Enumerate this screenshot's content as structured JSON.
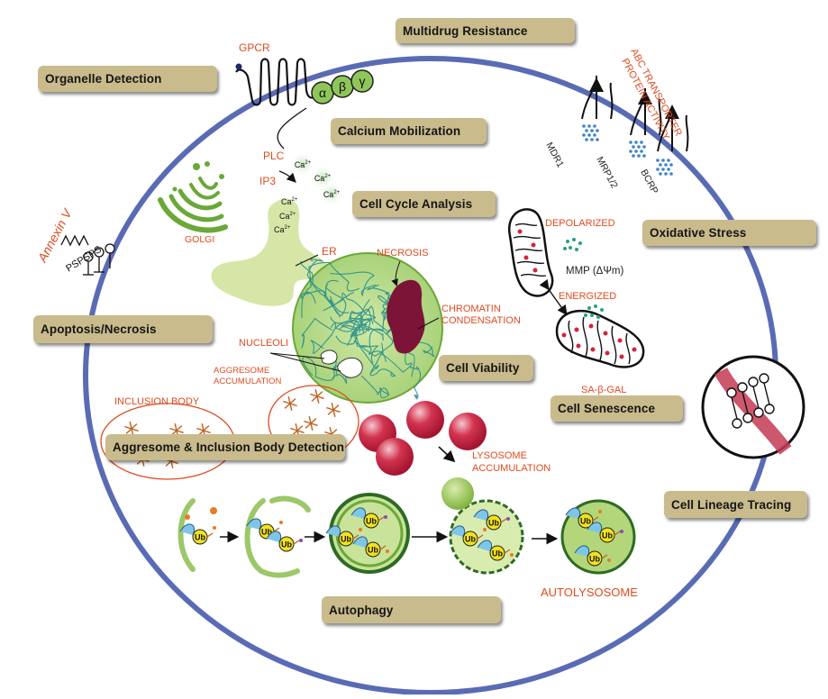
{
  "boxes": {
    "multidrug": "Multidrug Resistance",
    "organelle": "Organelle Detection",
    "calcium": "Calcium Mobilization",
    "cellcycle": "Cell Cycle Analysis",
    "oxidative": "Oxidative Stress",
    "apoptosis": "Apoptosis/Necrosis",
    "viability": "Cell Viability",
    "senescence": "Cell Senescence",
    "aggresome": "Aggresome & Inclusion Body Detection",
    "lineage": "Cell Lineage Tracing",
    "autophagy": "Autophagy"
  },
  "labels": {
    "gpcr": "GPCR",
    "alpha": "α",
    "beta": "β",
    "gamma": "γ",
    "plc": "PLC",
    "ip3": "IP3",
    "golgi": "GOLGI",
    "er": "ER",
    "necrosis": "NECROSIS",
    "chromatin1": "CHROMATIN",
    "chromatin2": "CONDENSATION",
    "nucleoli": "NUCLEOLI",
    "aggresome1": "AGGRESOME",
    "aggresome2": "ACCUMULATION",
    "inclusion": "INCLUSION BODY",
    "annexin": "Annexin V",
    "ps": "PSPSPS",
    "abc1": "ABC TRANSPORTER",
    "abc2": "PROTEIN ACTIVITY",
    "mdr1": "MDR1",
    "mrp": "MRP1/2",
    "bcrp": "BCRP",
    "depolarized": "DEPOLARIZED",
    "mmp": "MMP (ΔΨm)",
    "energized": "ENERGIZED",
    "sabgal": "SA-β-GAL",
    "lysosome1": "LYSOSOME",
    "lysosome2": "ACCUMULATION",
    "autolysosome": "AUTOLYSOSOME",
    "ca": "Ca",
    "ub": "Ub"
  },
  "colors": {
    "cell_border": "#5a6bb5",
    "box_fill": "#c9bb8c",
    "accent_text": "#e04a1f",
    "organelle_green": "#7cb342",
    "light_green": "#d6e6a6",
    "nucleus_green": "#b8db8a",
    "chromatin_maroon": "#7b1436",
    "lysosome_red": "#c81e3c",
    "teal": "#2a9a8a",
    "ub_yellow": "#f2e21c"
  }
}
